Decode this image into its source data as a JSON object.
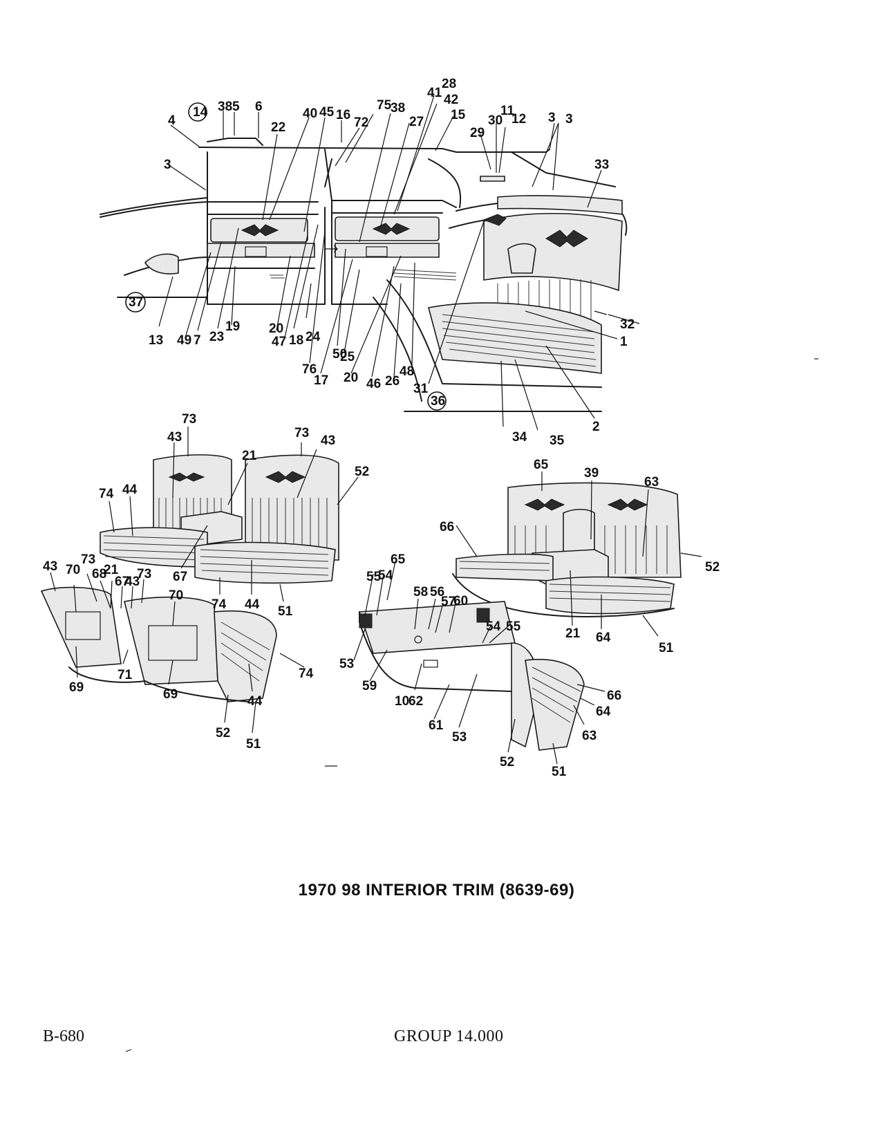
{
  "title": "1970  98 INTERIOR TRIM (8639-69)",
  "page_number": "B-680",
  "group": "GROUP 14.000",
  "labels_top": {
    "l14": "14",
    "l38a": "38",
    "l5": "5",
    "l6": "6",
    "l4": "4",
    "l3a": "3",
    "l22": "22",
    "l40": "40",
    "l45": "45",
    "l16": "16",
    "l72": "72",
    "l75": "75",
    "l38b": "38",
    "l41": "41",
    "l28": "28",
    "l42": "42",
    "l27": "27",
    "l15": "15",
    "l29": "29",
    "l30": "30",
    "l11": "11",
    "l12": "12",
    "l3b": "3",
    "l3c": "3",
    "l33": "33",
    "l37": "37",
    "l13": "13",
    "l49": "49",
    "l7": "7",
    "l23": "23",
    "l19": "19",
    "l20a": "20",
    "l47": "47",
    "l18": "18",
    "l24": "24",
    "l76": "76",
    "l50": "50",
    "l25": "25",
    "l17": "17",
    "l20b": "20",
    "l46": "46",
    "l26": "26",
    "l48": "48",
    "l31": "31",
    "l36": "36",
    "l34": "34",
    "l35": "35",
    "l2": "2",
    "l1": "1",
    "l32": "32"
  },
  "labels_left": {
    "l73a": "73",
    "l43a": "43",
    "l73b": "73",
    "l43b": "43",
    "l21a": "21",
    "l52a": "52",
    "l74a": "74",
    "l44a": "44",
    "l67a": "67",
    "l74b": "74",
    "l44b": "44",
    "l51a": "51",
    "l43c": "43",
    "l70a": "70",
    "l73c": "73",
    "l68": "68",
    "l21b": "21",
    "l67b": "67",
    "l43d": "43",
    "l73d": "73",
    "l70b": "70",
    "l69a": "69",
    "l71": "71",
    "l69b": "69",
    "l52b": "52",
    "l51b": "51",
    "l44c": "44",
    "l74c": "74"
  },
  "labels_right": {
    "l65a": "65",
    "l39": "39",
    "l63a": "63",
    "l66a": "66",
    "l52c": "52",
    "l21c": "21",
    "l64a": "64",
    "l51c": "51",
    "l65b": "65",
    "l55a": "55",
    "l54a": "54",
    "l58": "58",
    "l56": "56",
    "l57": "57",
    "l60": "60",
    "l54b": "54",
    "l55b": "55",
    "l53a": "53",
    "l59": "59",
    "l10": "10",
    "l62": "62",
    "l61": "61",
    "l53b": "53",
    "l52d": "52",
    "l51d": "51",
    "l66b": "66",
    "l64b": "64",
    "l63b": "63"
  }
}
